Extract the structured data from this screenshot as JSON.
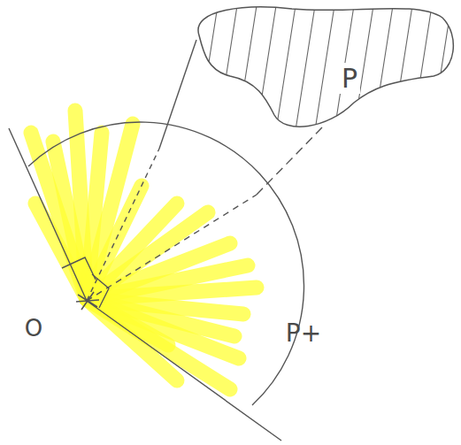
{
  "diagram": {
    "nodes": [
      {
        "text": [
          "P"
        ]
      }
    ],
    "labels": [
      "O",
      "P+"
    ]
  }
}
